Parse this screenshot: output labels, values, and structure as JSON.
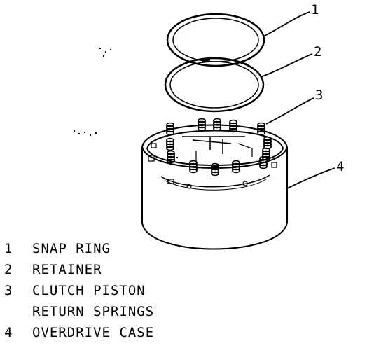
{
  "callouts": [
    {
      "number": "1"
    },
    {
      "number": "2"
    },
    {
      "number": "3"
    },
    {
      "number": "4"
    }
  ],
  "legend": [
    {
      "number": "1",
      "text": "SNAP RING"
    },
    {
      "number": "2",
      "text": "RETAINER"
    },
    {
      "number": "3",
      "text": "CLUTCH PISTON"
    },
    {
      "number": "",
      "text": "RETURN SPRINGS"
    },
    {
      "number": "4",
      "text": "OVERDRIVE CASE"
    }
  ],
  "colors": {
    "line": "#000000",
    "background": "#ffffff"
  }
}
